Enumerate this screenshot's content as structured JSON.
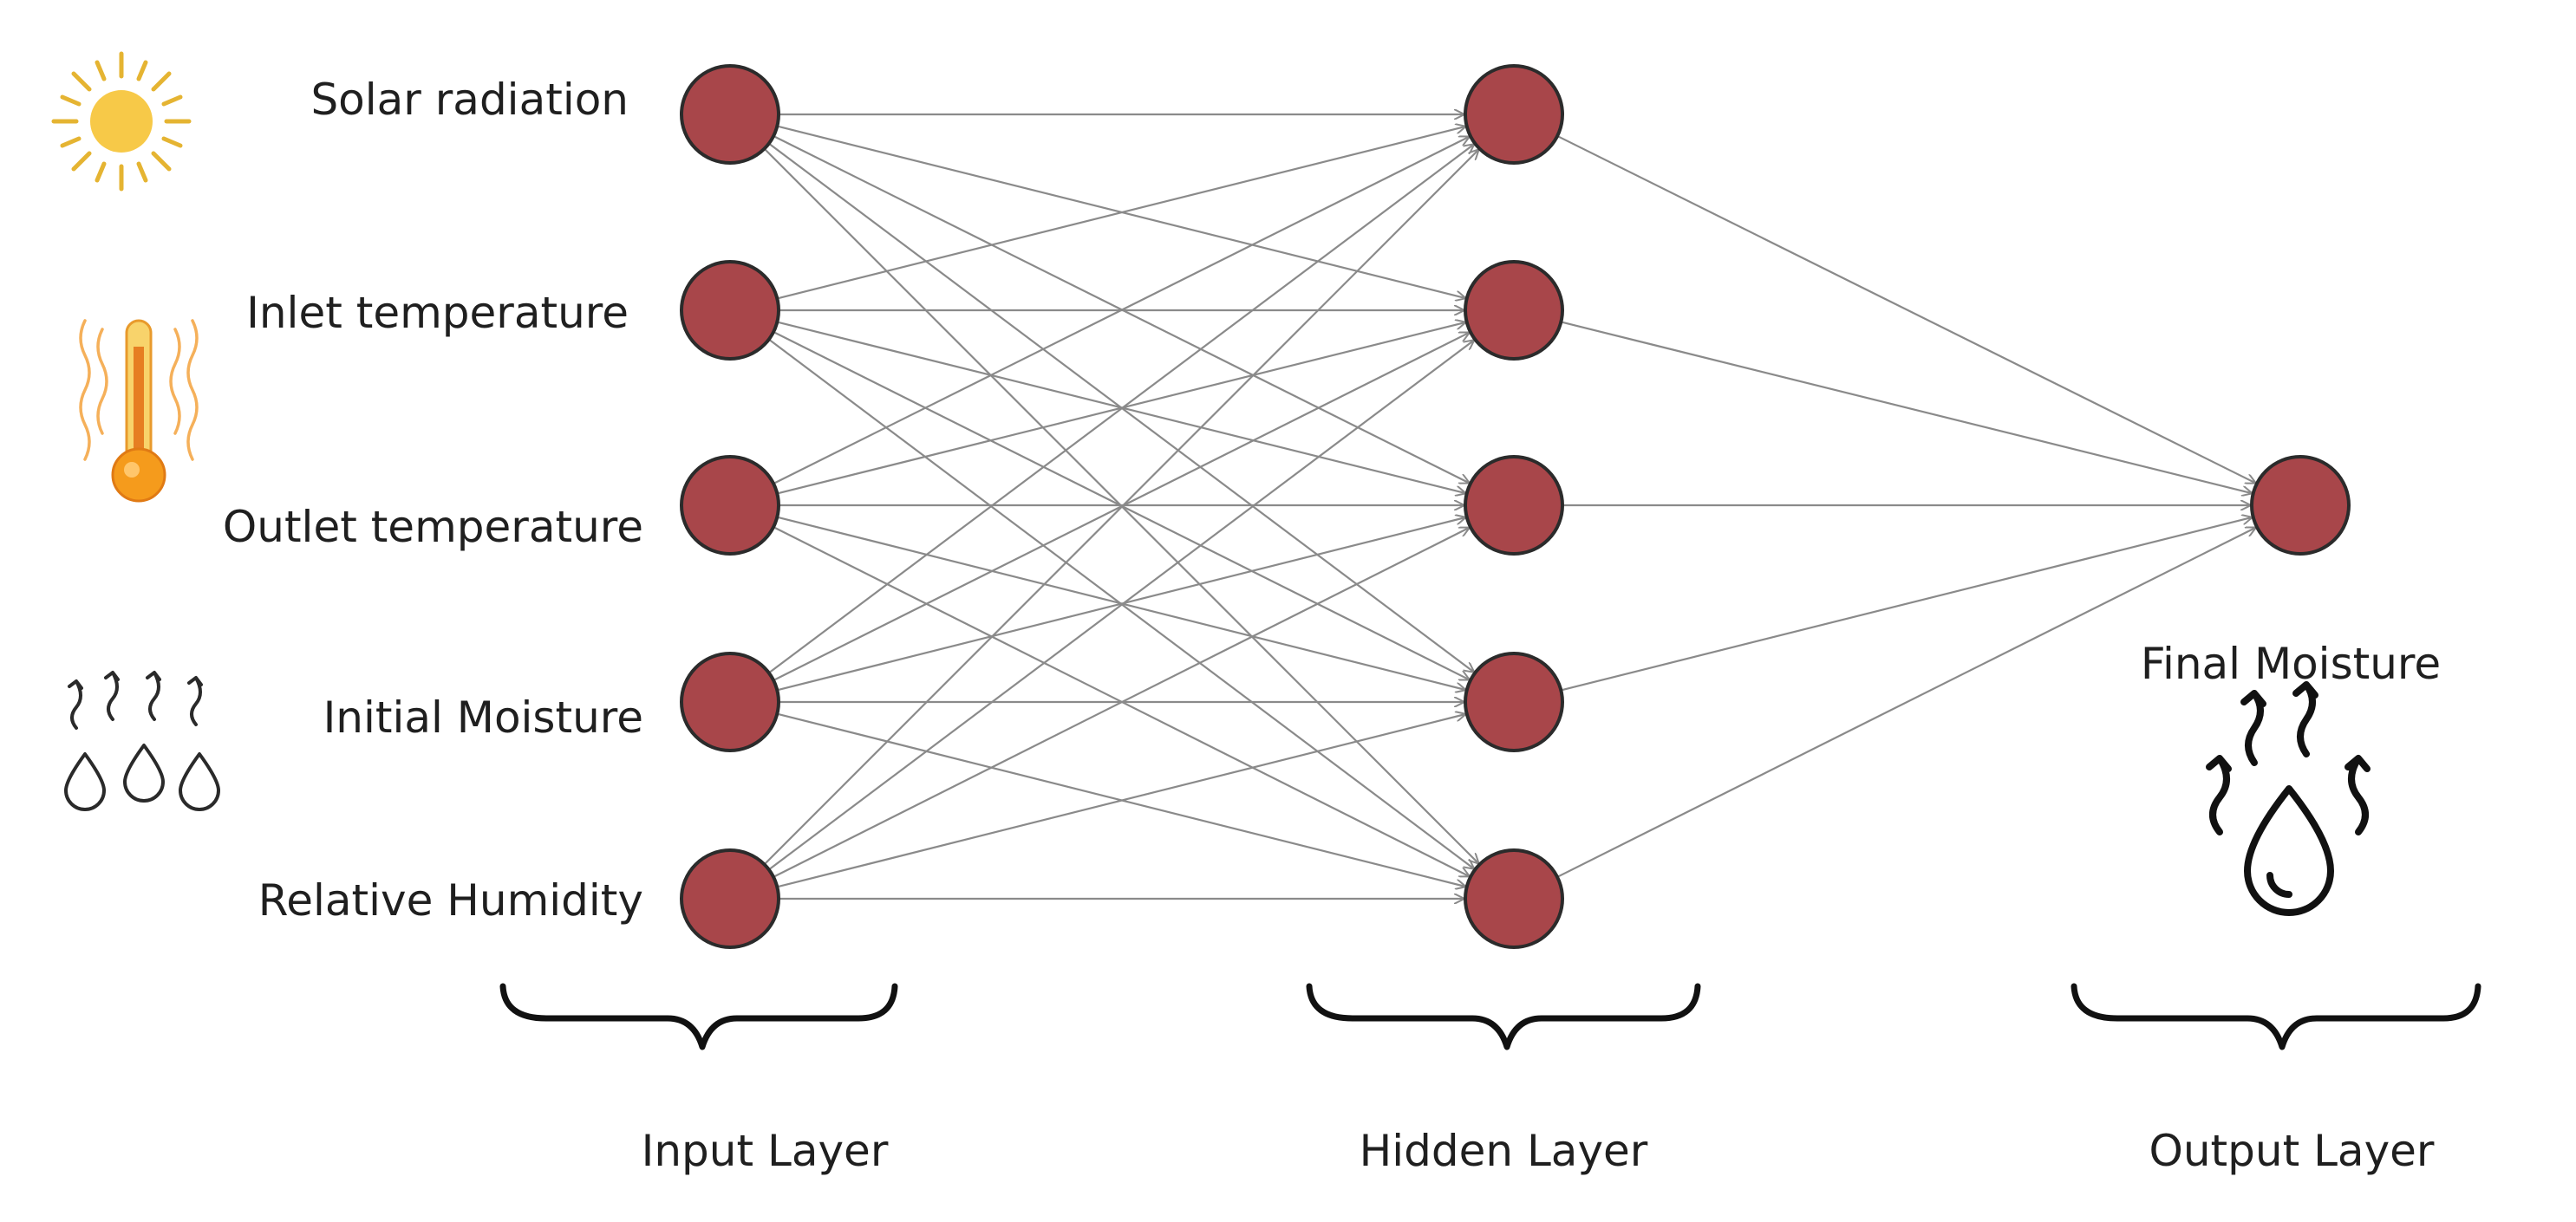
{
  "inputs": [
    {
      "label": "Solar radiation",
      "icon": "sun-icon"
    },
    {
      "label": "Inlet temperature",
      "icon": "thermometer-icon"
    },
    {
      "label": "Outlet temperature",
      "icon": ""
    },
    {
      "label": "Initial Moisture",
      "icon": "evaporating-drops-icon"
    },
    {
      "label": "Relative Humidity",
      "icon": ""
    }
  ],
  "hidden_node_count": 5,
  "output": {
    "label": "Final Moisture",
    "icon": "drop-evaporation-icon"
  },
  "layers": {
    "input": "Input Layer",
    "hidden": "Hidden Layer",
    "output": "Output Layer"
  },
  "colors": {
    "node_fill": "#a8464a",
    "edge": "#8a8a8a",
    "sun": "#f7c948",
    "thermometer": "#f59b1c"
  }
}
